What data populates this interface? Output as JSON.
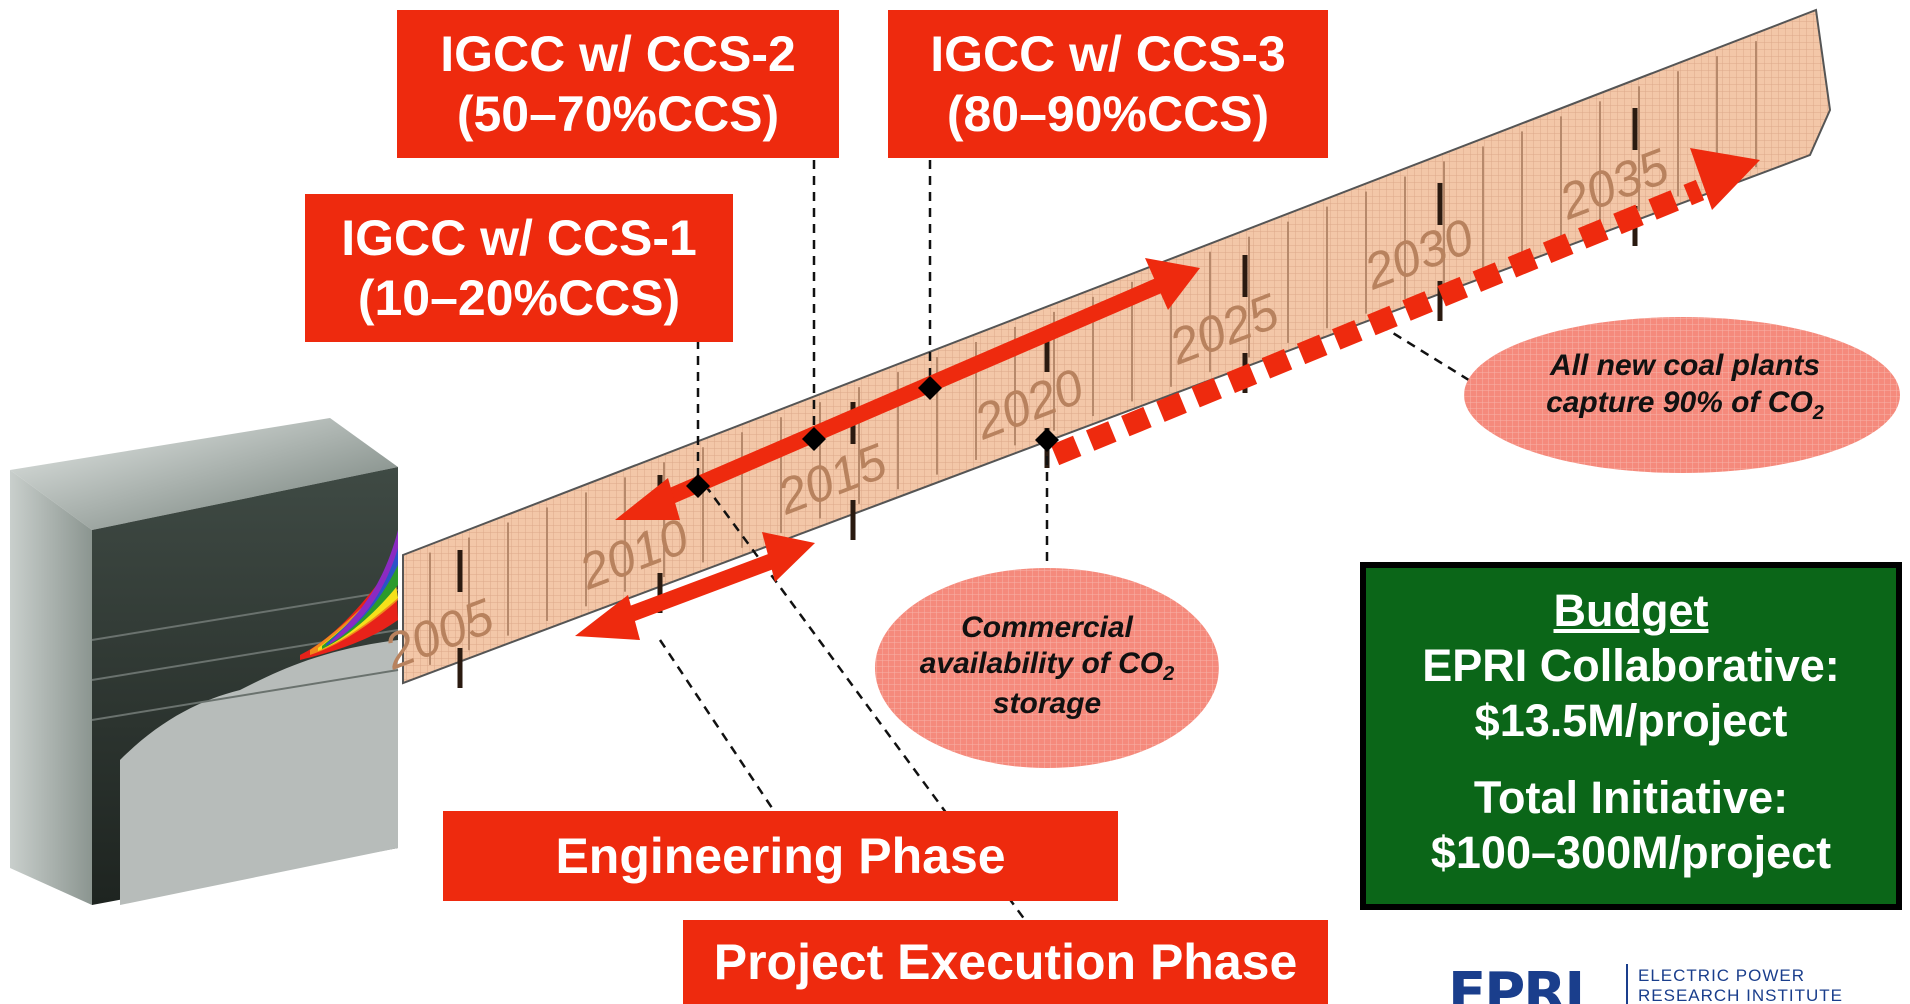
{
  "milestones": [
    {
      "line1": "IGCC w/ CCS-1",
      "line2": "(10–20%CCS)"
    },
    {
      "line1": "IGCC w/ CCS-2",
      "line2": "(50–70%CCS)"
    },
    {
      "line1": "IGCC w/ CCS-3",
      "line2": "(80–90%CCS)"
    }
  ],
  "timeline": {
    "years": [
      "2005",
      "2010",
      "2015",
      "2020",
      "2025",
      "2030",
      "2035"
    ]
  },
  "phases": {
    "engineering": "Engineering Phase",
    "execution": "Project Execution Phase"
  },
  "callouts": {
    "storage": {
      "line1": "Commercial",
      "line2": "availability of CO",
      "sub": "2",
      "line3": "storage"
    },
    "capture": {
      "line1": "All new coal plants",
      "line2": "capture 90% of CO",
      "sub": "2"
    }
  },
  "budget": {
    "title": "Budget",
    "line1": "EPRI Collaborative:",
    "line2": "$13.5M/project",
    "line3": "Total Initiative:",
    "line4": "$100–300M/project"
  },
  "logo": {
    "mark": "EPRI",
    "line1": "ELECTRIC POWER",
    "line2": "RESEARCH INSTITUTE"
  },
  "colors": {
    "accent_red": "#ee2a0e",
    "budget_green": "#0b6618",
    "band_fill": "#f3c7a8"
  }
}
